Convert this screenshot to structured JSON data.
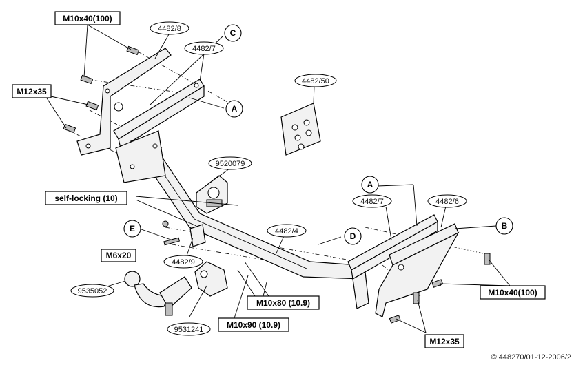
{
  "labels": {
    "top_left_bolt": "M10x40(100)",
    "left_bolt": "M12x35",
    "bracket_c_part": "4482/8",
    "bracket_a_part_left": "4482/7",
    "plate_part": "4482/50",
    "plate_bracket_part": "9520079",
    "self_locking": "self-locking (10)",
    "letter_c": "C",
    "letter_a_left": "A",
    "letter_a_right": "A",
    "letter_b": "B",
    "letter_d": "D",
    "letter_e": "E",
    "right_bracket_a_part": "4482/7",
    "right_bracket_b_part": "4482/6",
    "crossbar_part": "4482/4",
    "m6_bolt": "M6x20",
    "small_part": "4482/9",
    "ball_part": "9535052",
    "socket_part": "9531241",
    "m10x80": "M10x80 (10.9)",
    "m10x90": "M10x90 (10.9)",
    "right_bolt": "M10x40(100)",
    "bottom_bolt": "M12x35",
    "copyright": "© 448270/01-12-2006/2"
  }
}
